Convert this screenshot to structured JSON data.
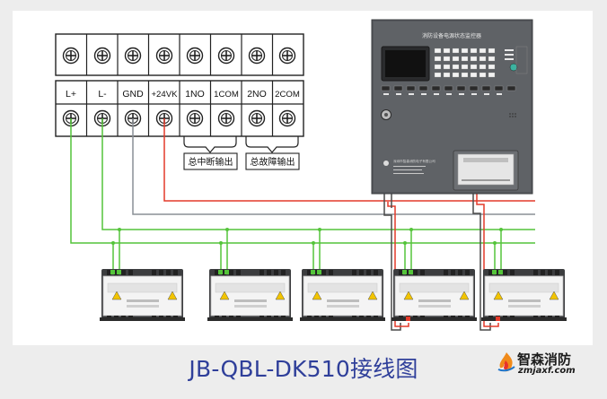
{
  "terminal_top_count": 8,
  "terminal_labels": [
    "L+",
    "L-",
    "GND",
    "+24VK",
    "1NO",
    "1COM",
    "2NO",
    "2COM"
  ],
  "group_labels": {
    "interrupt_output": "总中断输出",
    "fault_output": "总故障输出"
  },
  "monitor": {
    "title": "消防设备电源状态监控器",
    "maker": "深圳市智森消防电子有限公司"
  },
  "module_count": 5,
  "caption": "JB-QBL-DK510接线图",
  "brand": {
    "name": "智森消防",
    "url": "zmjaxf.com"
  },
  "colors": {
    "green_wire": "#54c43a",
    "red_wire": "#e43a2a",
    "gray_wire": "#8a8f95",
    "dark_wire": "#4a4a4a",
    "caption": "#2f3f9a"
  }
}
